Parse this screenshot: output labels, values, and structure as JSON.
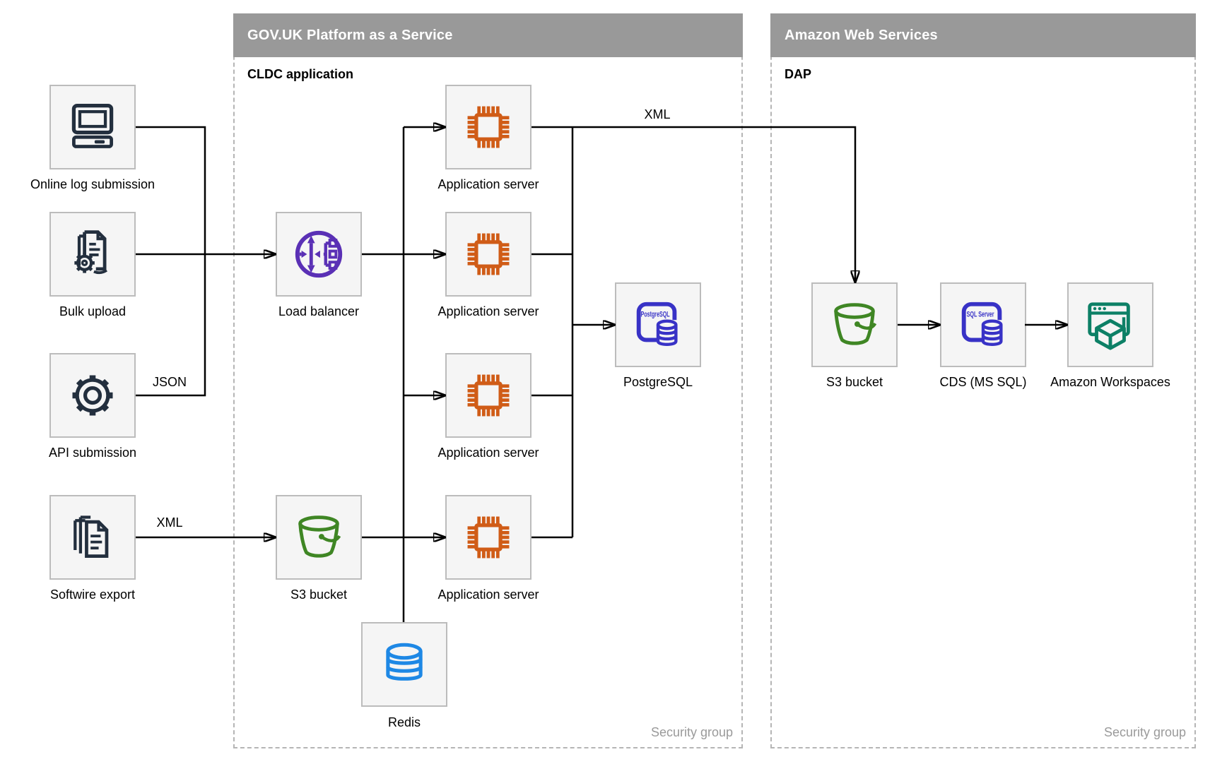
{
  "containers": {
    "govuk": {
      "title": "GOV.UK Platform as a Service",
      "subtitle": "CLDC application",
      "footer": "Security group"
    },
    "aws": {
      "title": "Amazon Web Services",
      "subtitle": "DAP",
      "footer": "Security group"
    }
  },
  "nodes": {
    "online_log": {
      "label": "Online log submission",
      "icon": "desktop-computer-icon"
    },
    "bulk_upload": {
      "label": "Bulk upload",
      "icon": "document-gear-icon"
    },
    "api_submission": {
      "label": "API submission",
      "icon": "gear-icon"
    },
    "softwire_export": {
      "label": "Softwire export",
      "icon": "documents-stack-icon"
    },
    "load_balancer": {
      "label": "Load balancer",
      "icon": "load-balancer-icon"
    },
    "app_server_1": {
      "label": "Application server",
      "icon": "cpu-chip-icon"
    },
    "app_server_2": {
      "label": "Application server",
      "icon": "cpu-chip-icon"
    },
    "app_server_3": {
      "label": "Application server",
      "icon": "cpu-chip-icon"
    },
    "app_server_4": {
      "label": "Application server",
      "icon": "cpu-chip-icon"
    },
    "postgresql": {
      "label": "PostgreSQL",
      "icon": "postgresql-database-icon",
      "icon_text": "PostgreSQL"
    },
    "s3_paas": {
      "label": "S3 bucket",
      "icon": "s3-bucket-icon"
    },
    "redis": {
      "label": "Redis",
      "icon": "database-cylinder-icon"
    },
    "s3_aws": {
      "label": "S3 bucket",
      "icon": "s3-bucket-icon"
    },
    "cds": {
      "label": "CDS (MS SQL)",
      "icon": "sql-server-database-icon",
      "icon_text": "SQL Server"
    },
    "workspaces": {
      "label": "Amazon Workspaces",
      "icon": "workspaces-icon"
    }
  },
  "edge_labels": {
    "api_json": "JSON",
    "softwire_xml": "XML",
    "app_to_s3_xml": "XML"
  },
  "colors": {
    "container_header": "#999999",
    "node_fill": "#f5f5f5",
    "node_border": "#bcbcbc",
    "navy": "#232f3e",
    "orange": "#d05c17",
    "purple": "#5a30b5",
    "indigo": "#3832c6",
    "green": "#3f8624",
    "teal": "#0d8066",
    "blue": "#1e88e5",
    "line": "#000000",
    "security_group_text": "#9a9a9a"
  }
}
